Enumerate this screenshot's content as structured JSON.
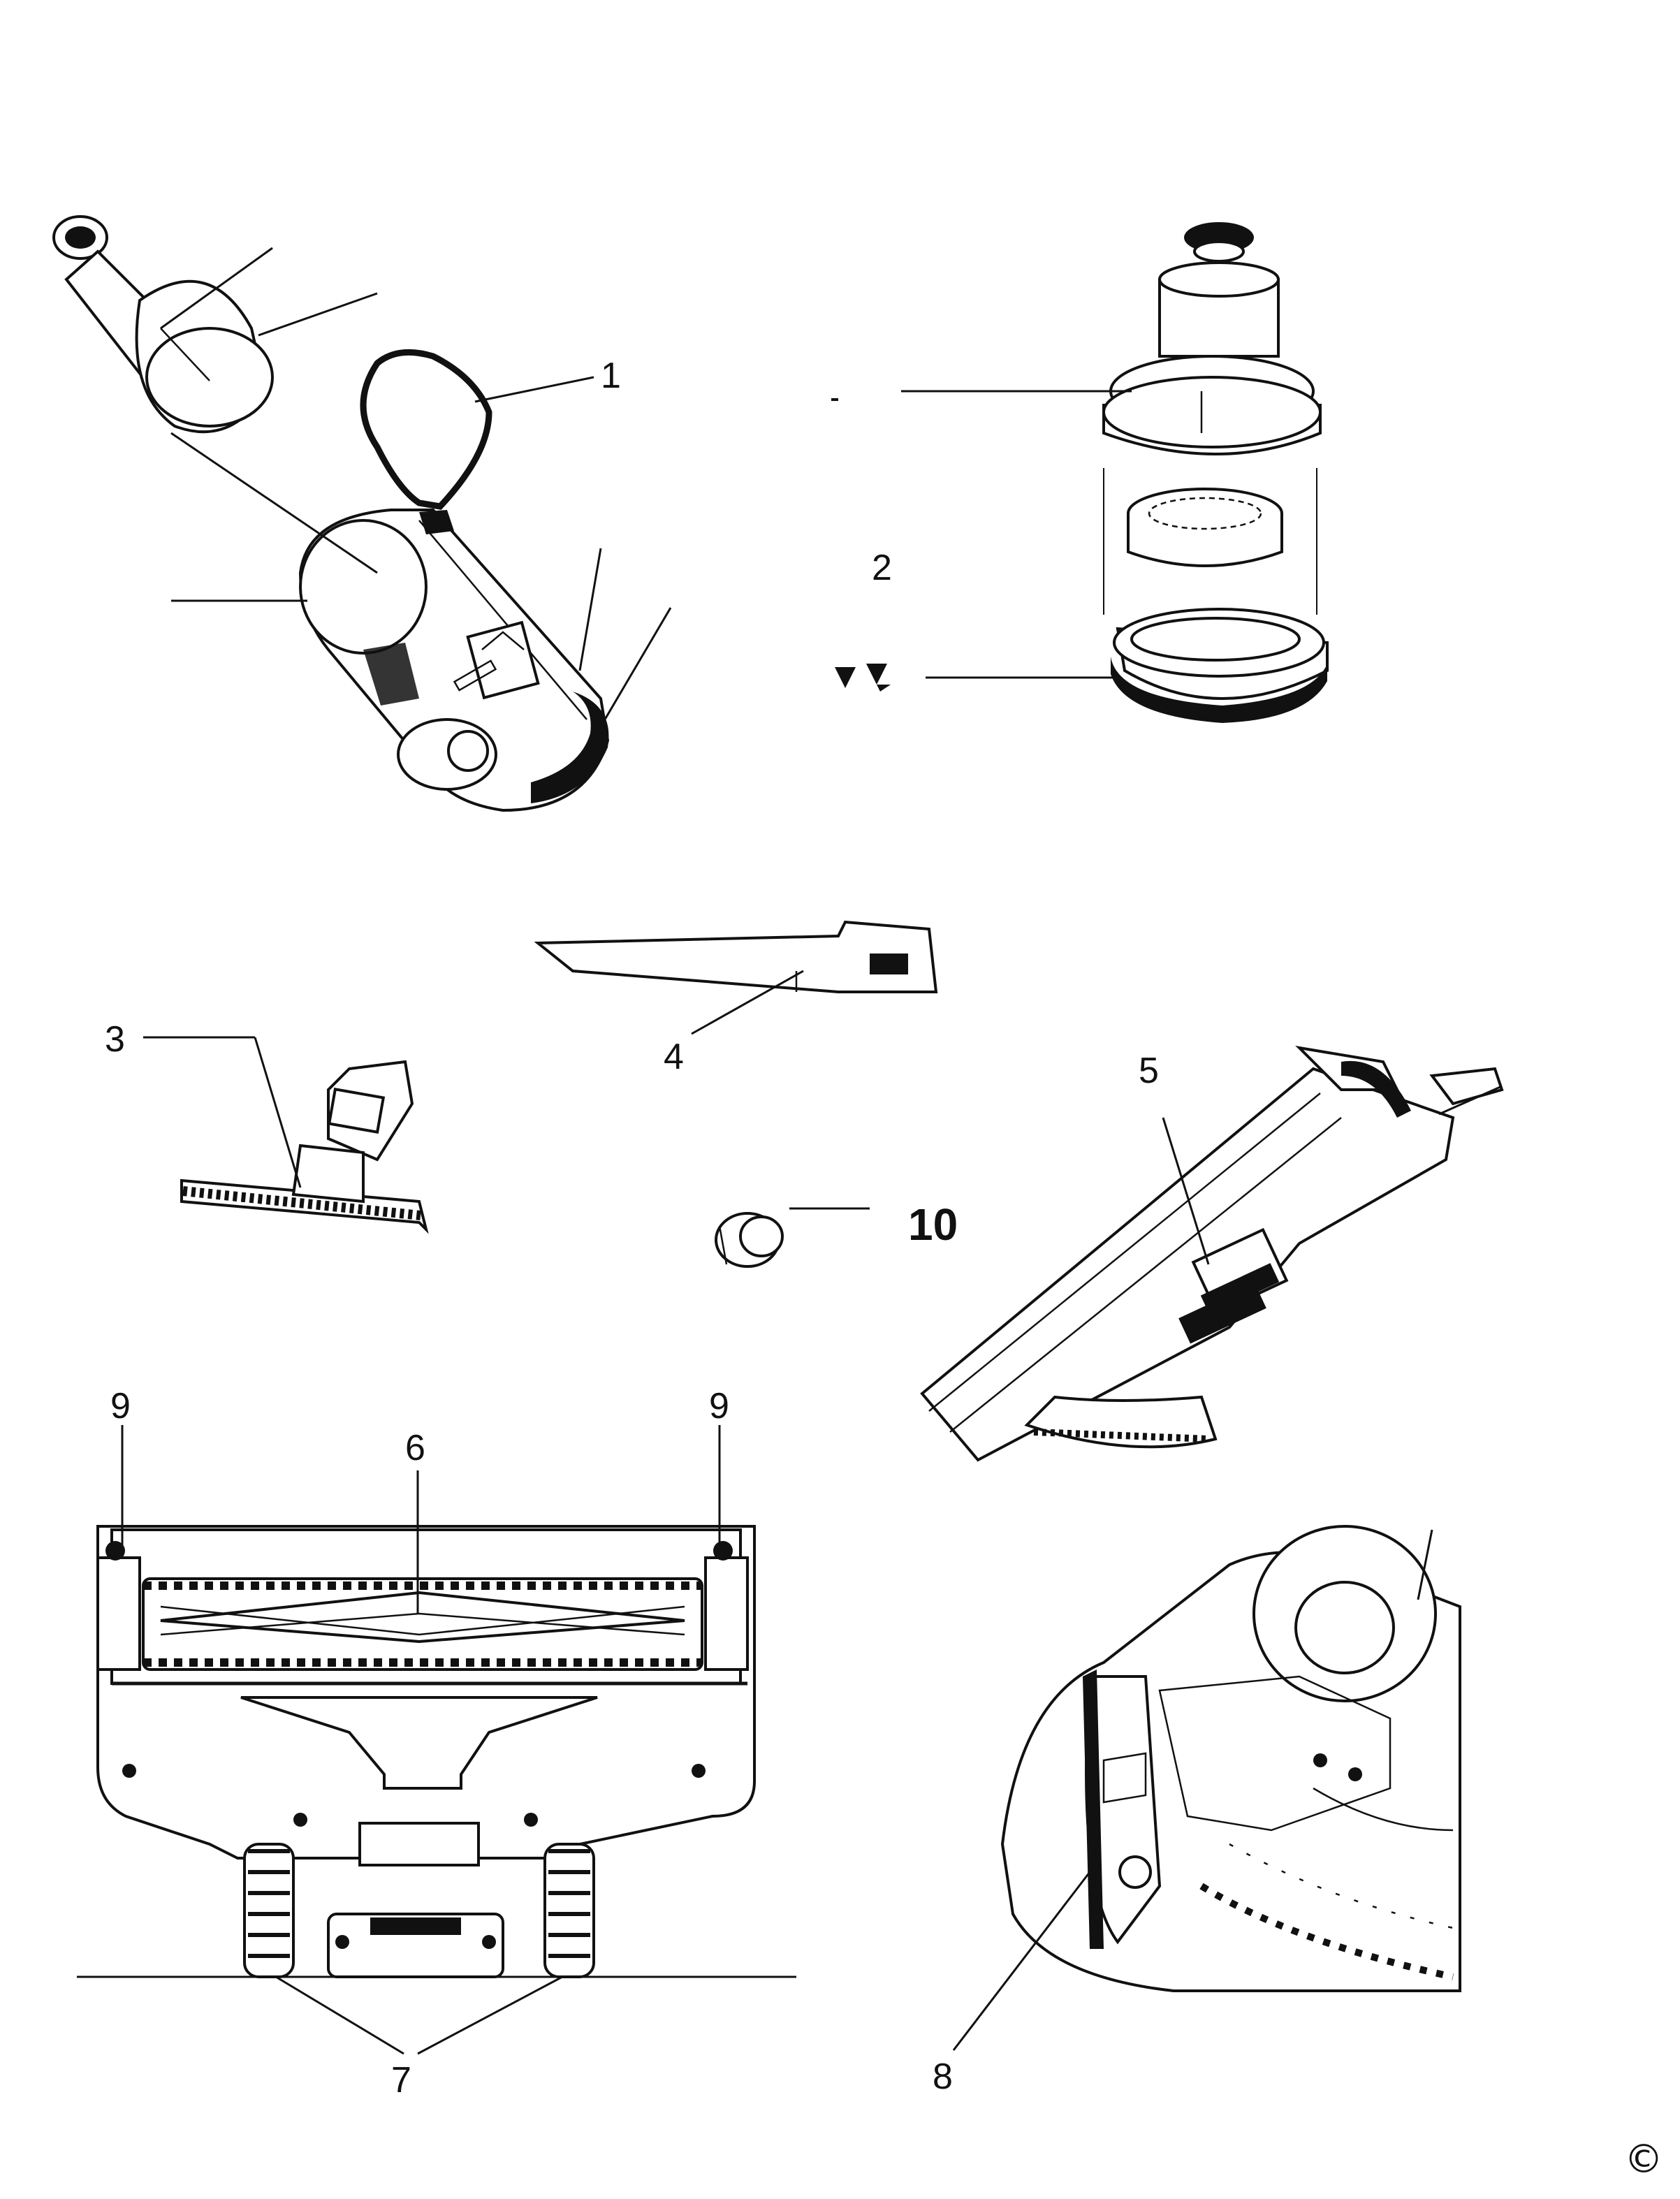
{
  "labels": {
    "p1": "1",
    "p2": "2",
    "p3": "3",
    "p4": "4",
    "p5": "5",
    "p6": "6",
    "p7": "7",
    "p8": "8",
    "p9_left": "9",
    "p9_right": "9",
    "p10": "10"
  },
  "copyright_symbol": "©"
}
